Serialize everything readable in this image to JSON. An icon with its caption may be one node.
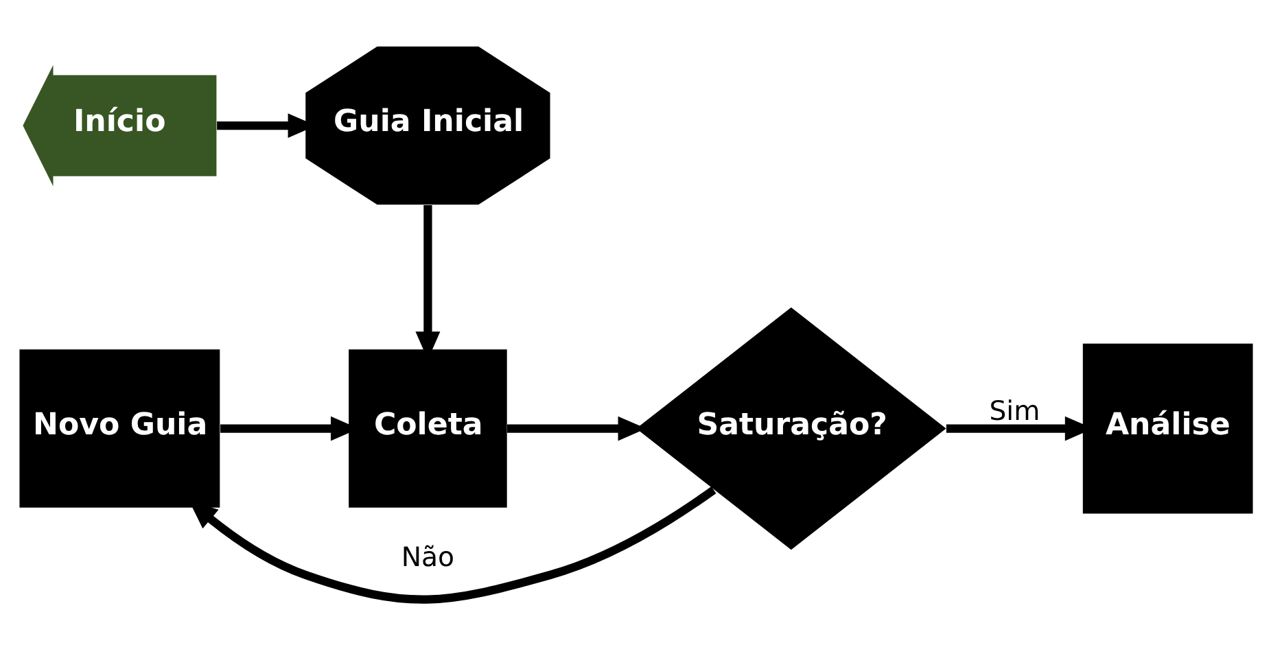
{
  "diagram": {
    "nodes": [
      {
        "text": [
          "Início"
        ]
      },
      {
        "text": [
          "Guia Inicial"
        ]
      },
      {
        "text": [
          "Novo Guia"
        ]
      },
      {
        "text": [
          "Coleta"
        ]
      },
      {
        "text": [
          "Saturação?"
        ]
      },
      {
        "text": [
          "Análise"
        ]
      }
    ],
    "edges": [
      {
        "from": 0,
        "to": 1,
        "arrow": "to"
      },
      {
        "from": 1,
        "to": 3,
        "arrow": "to"
      },
      {
        "from": 2,
        "to": 3,
        "arrow": "to"
      },
      {
        "from": 3,
        "to": 4,
        "arrow": "to"
      },
      {
        "from": 4,
        "to": 5,
        "arrow": "to",
        "label": "Sim"
      },
      {
        "from": 4,
        "to": 2,
        "arrow": "to",
        "label": "Não"
      }
    ]
  }
}
